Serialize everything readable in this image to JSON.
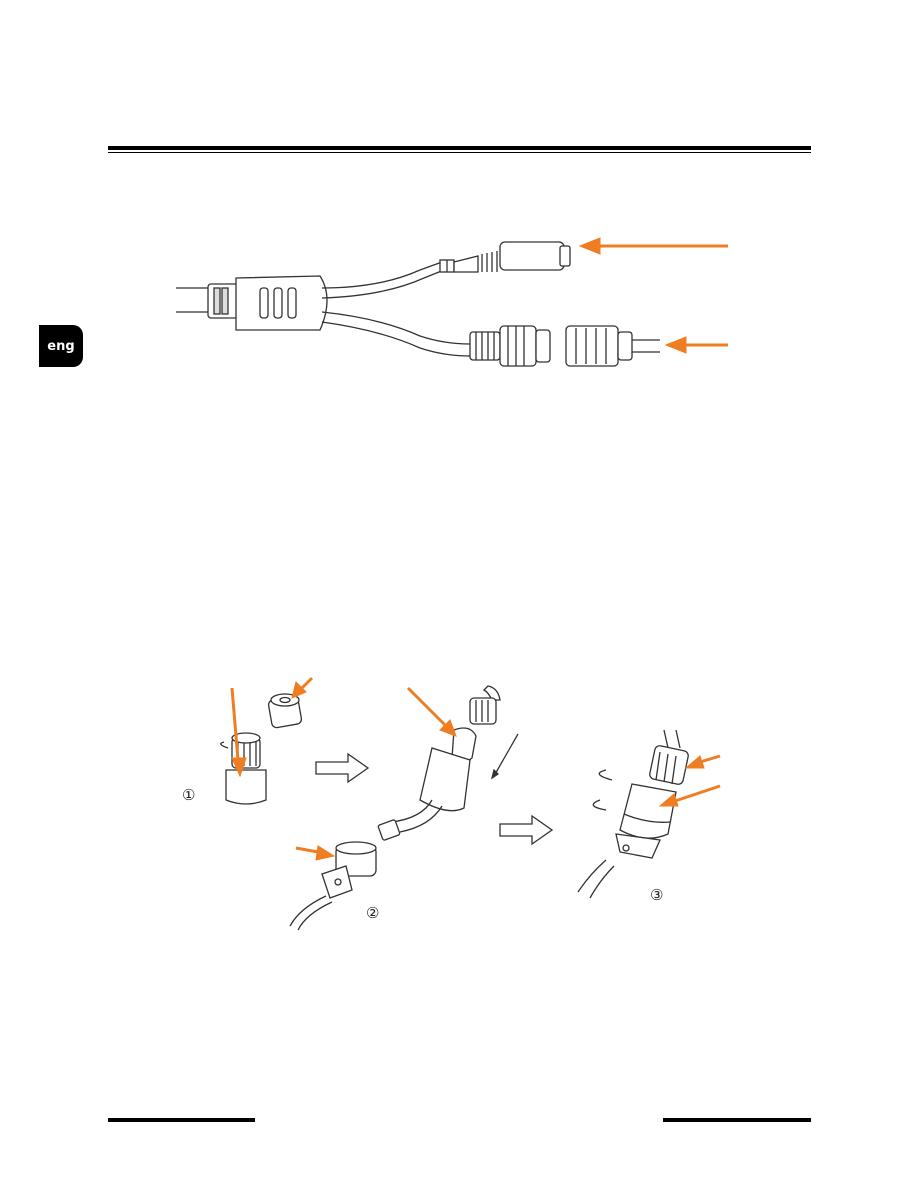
{
  "language_tab": {
    "label": "eng"
  },
  "figure_top": {
    "accent": "#ef7d22"
  },
  "figure_bottom": {
    "accent": "#ef7d22",
    "steps": [
      {
        "number": "①"
      },
      {
        "number": "②"
      },
      {
        "number": "③"
      }
    ]
  }
}
